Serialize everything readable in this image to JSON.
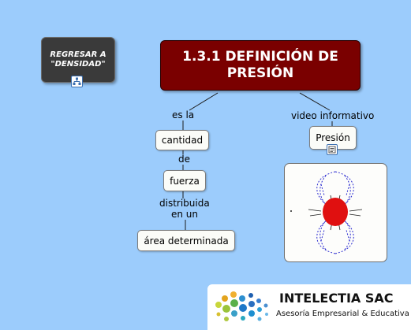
{
  "nodes": {
    "back": "REGRESAR A \"DENSIDAD\"",
    "title": "1.3.1 DEFINICIÓN DE PRESIÓN",
    "cantidad": "cantidad",
    "fuerza": "fuerza",
    "area": "área determinada",
    "presion": "Presión"
  },
  "links": {
    "es_la": "es la",
    "de": "de",
    "distribuida_1": "distribuida",
    "distribuida_2": "en un",
    "video": "video informativo"
  },
  "logo": {
    "name": "INTELECTIA SAC",
    "tagline": "Asesoría Empresarial & Educativa"
  },
  "icons": {
    "back_badge": "hierarchy-icon",
    "presion_badge": "document-icon",
    "image": "pressure-field-icon"
  },
  "colors": {
    "background": "#9cccfc",
    "title_fill": "#7a0000",
    "back_fill": "#3a3a3a",
    "sphere": "#e01010"
  }
}
